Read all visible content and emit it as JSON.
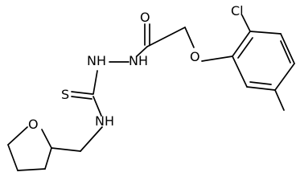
{
  "molecule": {
    "atoms": {
      "cl": "Cl",
      "o_carbonyl": "O",
      "nh_a": "NH",
      "nh_b": "NH",
      "s": "S",
      "nh_c": "NH",
      "o_ether": "O",
      "o_ring": "O"
    }
  },
  "colors": {
    "bond": "#000000",
    "label": "#000000",
    "background": "#ffffff"
  }
}
